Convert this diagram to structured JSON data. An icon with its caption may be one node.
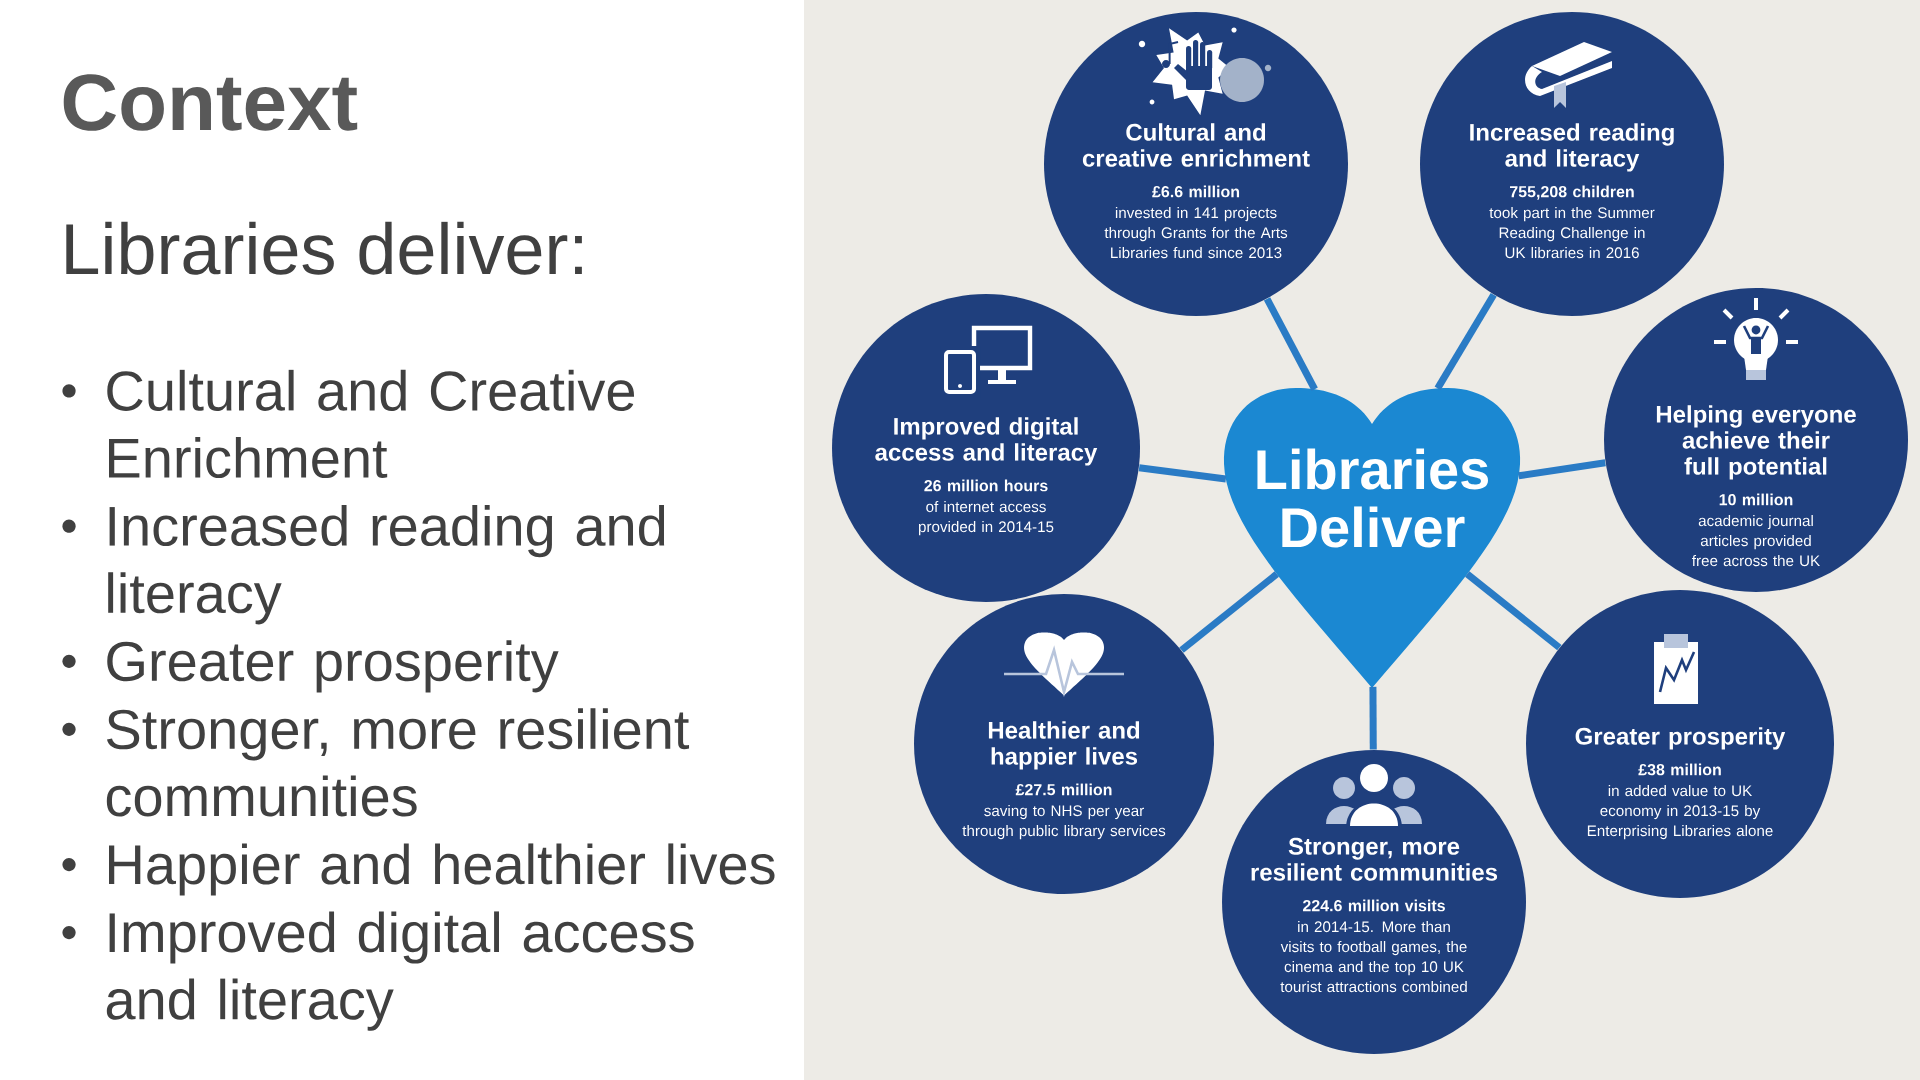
{
  "diagram": {
    "title": "Context",
    "nodes": [
      {
        "text": [
          "Cultural and creative enrichment",
          "£6.6 million",
          "invested in 141 projects through Grants for the Arts Libraries fund since 2013"
        ]
      },
      {
        "text": [
          "Increased reading and literacy",
          "755,208 children",
          "took part in the Summer Reading Challenge in UK libraries in 2016"
        ]
      },
      {
        "text": [
          "Improved digital access and literacy",
          "26 million hours",
          "of internet access provided in 2014-15"
        ]
      },
      {
        "text": [
          "Libraries Deliver"
        ]
      },
      {
        "text": [
          "Helping everyone achieve their full potential",
          "10 million",
          "academic journal articles provided free across the UK"
        ]
      },
      {
        "text": [
          "Healthier and happier lives",
          "£27.5 million",
          "saving to NHS per year through public library services"
        ]
      },
      {
        "text": [
          "Greater prosperity",
          "£38 million",
          "in added value to UK economy in 2013-15 by Enterprising Libraries alone"
        ]
      },
      {
        "text": [
          "Stronger, more resilient communities",
          "224.6 million visits",
          "in 2014-15. More than visits to football games, the cinema and the top 10 UK tourist attractions combined"
        ]
      }
    ],
    "edges": [
      {
        "from": 3,
        "to": 0,
        "arrow": "none"
      },
      {
        "from": 3,
        "to": 1,
        "arrow": "none"
      },
      {
        "from": 3,
        "to": 2,
        "arrow": "none"
      },
      {
        "from": 3,
        "to": 4,
        "arrow": "none"
      },
      {
        "from": 3,
        "to": 5,
        "arrow": "none"
      },
      {
        "from": 3,
        "to": 6,
        "arrow": "none"
      },
      {
        "from": 3,
        "to": 7,
        "arrow": "none"
      }
    ],
    "labels": [
      "Libraries deliver:",
      "Cultural and Creative Enrichment",
      "Increased reading and literacy",
      "Greater prosperity",
      "Stronger, more resilient communities",
      "Happier and healthier lives",
      "Improved digital access and literacy"
    ]
  }
}
